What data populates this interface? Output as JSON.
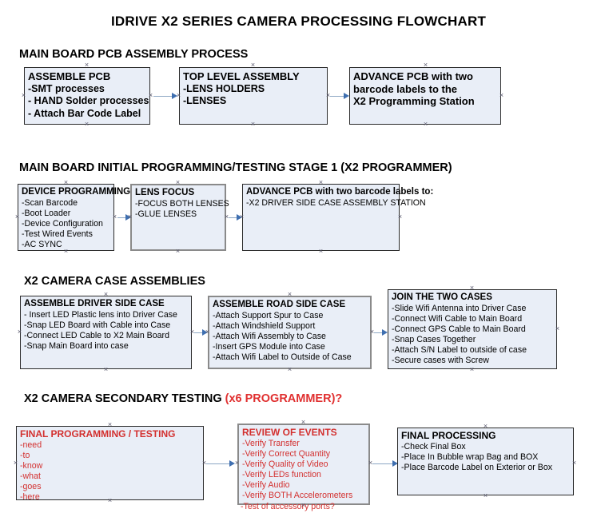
{
  "document": {
    "title": "IDRIVE X2  SERIES CAMERA PROCESSING FLOWCHART"
  },
  "sections": [
    {
      "id": "main-board-pcb-assembly",
      "heading": "MAIN BOARD PCB ASSEMBLY PROCESS",
      "heading_accent": "",
      "nodes": [
        {
          "id": "assemble-pcb",
          "title": "ASSEMBLE PCB",
          "lines": [
            "-SMT processes",
            "- HAND Solder processes",
            "- Attach Bar Code Label"
          ]
        },
        {
          "id": "top-level-assembly",
          "title": "TOP LEVEL ASSEMBLY",
          "lines": [
            "-LENS HOLDERS",
            "-LENSES"
          ]
        },
        {
          "id": "advance-pcb-programming-station",
          "title": "ADVANCE PCB with two",
          "lines": [
            "barcode labels to the",
            " X2 Programming Station"
          ]
        }
      ]
    },
    {
      "id": "main-board-initial-programming",
      "heading": "MAIN BOARD INITIAL PROGRAMMING/TESTING STAGE 1 (X2 PROGRAMMER)",
      "heading_accent": "",
      "nodes": [
        {
          "id": "device-programming",
          "title": "DEVICE PROGRAMMING",
          "lines": [
            "-Scan Barcode",
            "-Boot Loader",
            "-Device Configuration",
            "-Test Wired Events",
            "-AC SYNC"
          ]
        },
        {
          "id": "lens-focus",
          "title": "LENS FOCUS",
          "lines": [
            "-FOCUS BOTH LENSES",
            "-GLUE LENSES"
          ]
        },
        {
          "id": "advance-pcb-driver-side-station",
          "title": "ADVANCE PCB with two barcode labels to:",
          "lines": [
            "-X2 DRIVER  SIDE  CASE  ASSEMBLY STATION"
          ]
        }
      ]
    },
    {
      "id": "x2-camera-case-assemblies",
      "heading": "X2 CAMERA CASE ASSEMBLIES",
      "heading_accent": "",
      "nodes": [
        {
          "id": "assemble-driver-side-case",
          "title": "ASSEMBLE DRIVER SIDE CASE",
          "lines": [
            "- Insert LED Plastic lens into Driver Case",
            "-Snap LED Board with Cable into Case",
            "-Connect LED Cable to X2 Main Board",
            "-Snap Main Board into case"
          ]
        },
        {
          "id": "assemble-road-side-case",
          "title": "ASSEMBLE ROAD SIDE CASE",
          "lines": [
            "-Attach Support Spur to Case",
            "-Attach Windshield Support",
            "-Attach Wifi Assembly to Case",
            "-Insert GPS Module into Case",
            "-Attach Wifi Label to Outside of Case"
          ]
        },
        {
          "id": "join-the-two-cases",
          "title": "JOIN THE TWO CASES",
          "lines": [
            "-Slide Wifi Antenna into Driver Case",
            "-Connect Wifi Cable to Main Board",
            "-Connect GPS Cable to Main Board",
            "-Snap Cases Together",
            "-Attach S/N Label to outside of case",
            "-Secure cases with Screw"
          ]
        }
      ]
    },
    {
      "id": "x2-camera-secondary-testing",
      "heading": "X2 CAMERA SECONDARY TESTING ",
      "heading_accent": "(x6 PROGRAMMER)?",
      "nodes": [
        {
          "id": "final-programming-testing",
          "title": "FINAL PROGRAMMING / TESTING",
          "lines": [
            "-need",
            "-to",
            "-know",
            "-what",
            "-goes",
            "-here"
          ]
        },
        {
          "id": "review-of-events",
          "title": "REVIEW OF EVENTS",
          "lines": [
            "-Verify Transfer",
            "-Verify Correct Quantity",
            "-Verify Quality of Video",
            "-Verify LEDs function",
            "-Verify Audio",
            "-Verify BOTH Accelerometers"
          ],
          "overflow_line": "-Test of accessory ports?"
        },
        {
          "id": "final-processing",
          "title": "FINAL PROCESSING",
          "lines": [
            " -Check Final Box",
            "-Place In Bubble wrap Bag and BOX",
            "-Place Barcode Label on Exterior or Box"
          ]
        }
      ]
    }
  ],
  "colors": {
    "node_fill": "#e9eef7",
    "node_border": "#2b2b2b",
    "node_border_gray": "#8a8a8a",
    "connector": "#8da7c4",
    "arrow": "#3f6fb0",
    "accent_red": "#d3302f",
    "text": "#000000"
  }
}
